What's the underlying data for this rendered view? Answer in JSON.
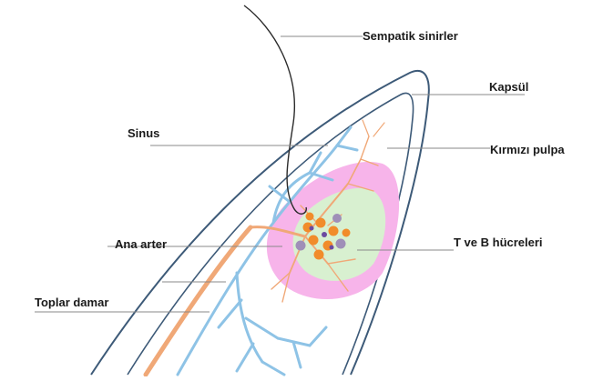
{
  "labels": {
    "sympathetic_nerves": "Sempatik sinirler",
    "capsule": "Kapsül",
    "sinus": "Sinus",
    "red_pulp": "Kırmızı pulpa",
    "main_artery": "Ana arter",
    "t_b_cells": "T ve B hücreleri",
    "vein": "Toplar damar"
  },
  "colors": {
    "capsule_outline": "#3d5a78",
    "nerve": "#2b2b2b",
    "vessel_blue": "#8ec3e6",
    "artery_orange": "#f0a877",
    "white_pulp_pink": "#f7b4ea",
    "white_pulp_green": "#d8f0d0",
    "cell_orange": "#f18c2b",
    "cell_gray": "#9f8fb8",
    "leader_line": "#8a8a8a"
  }
}
